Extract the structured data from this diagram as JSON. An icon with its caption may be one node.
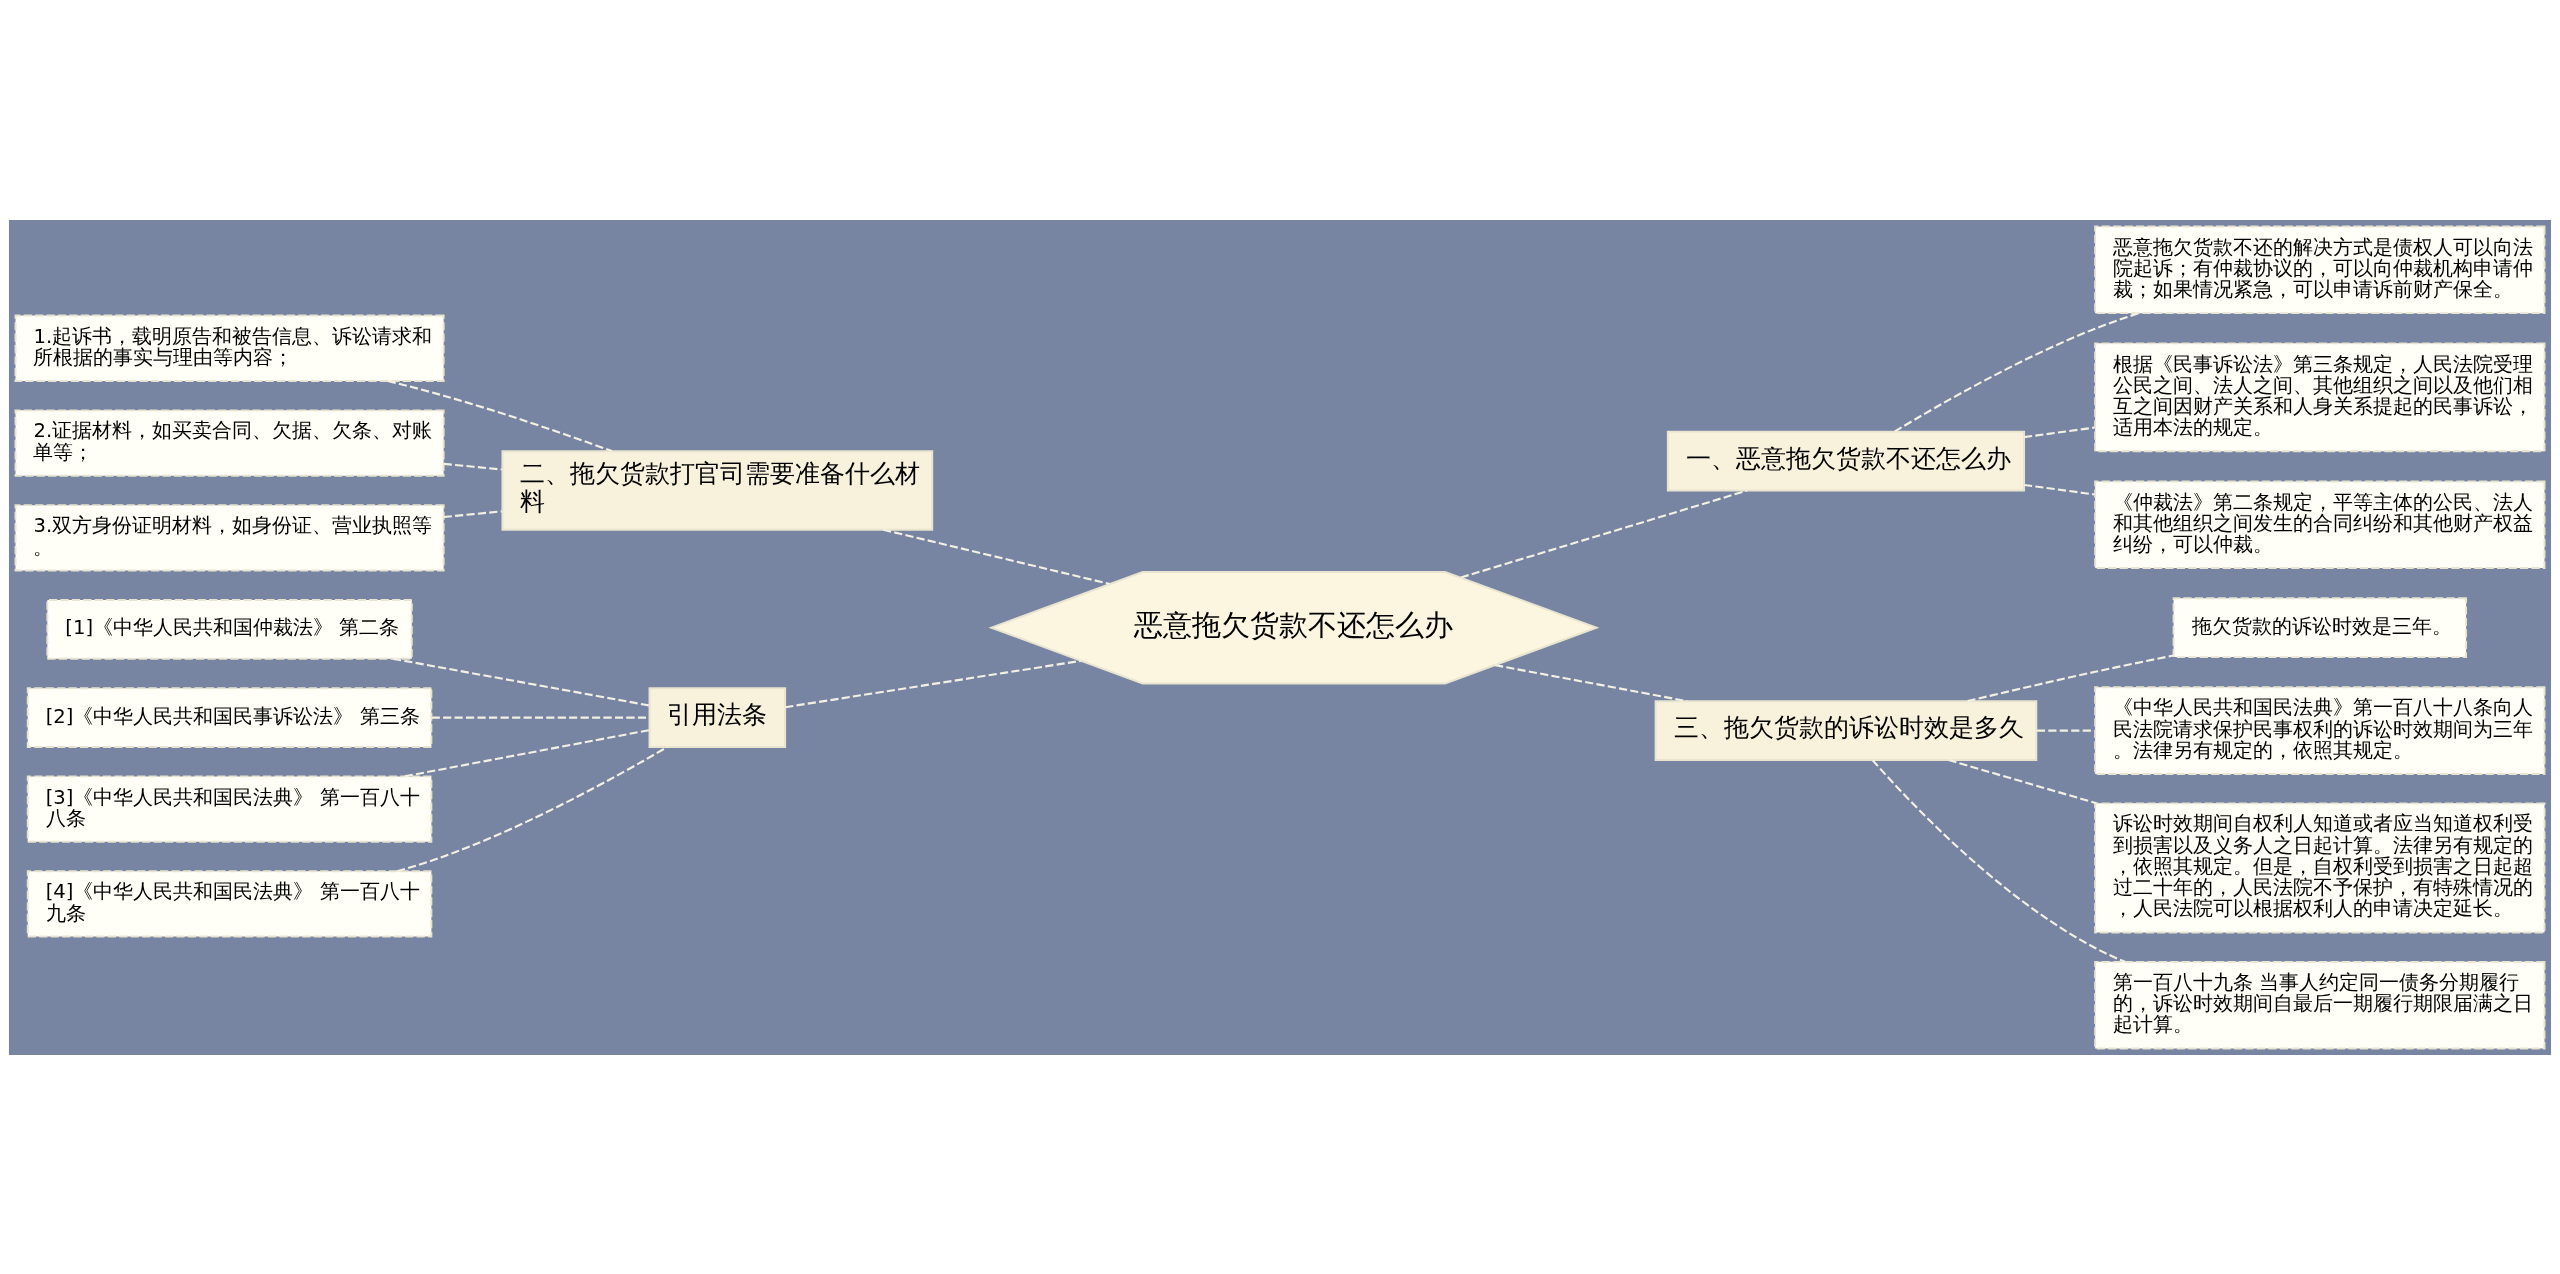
{
  "diagram": {
    "nodes": [
      {
        "text": [
          "恶意拖欠货款不还怎么办"
        ]
      },
      {
        "text": [
          "二、拖欠货款打官司需要准备什么材料"
        ]
      },
      {
        "text": [
          "1.起诉书，载明原告和被告信息、诉讼请求和所根据的事实与理由等内容；"
        ]
      },
      {
        "text": [
          "2.证据材料，如买卖合同、欠据、欠条、对账单等；"
        ]
      },
      {
        "text": [
          "3.双方身份证明材料，如身份证、营业执照等。"
        ]
      },
      {
        "text": [
          "引用法条"
        ]
      },
      {
        "text": [
          "[1]《中华人民共和国仲裁法》 第二条"
        ]
      },
      {
        "text": [
          "[2]《中华人民共和国民事诉讼法》 第三条"
        ]
      },
      {
        "text": [
          "[3]《中华人民共和国民法典》 第一百八十八条"
        ]
      },
      {
        "text": [
          "[4]《中华人民共和国民法典》 第一百八十九条"
        ]
      },
      {
        "text": [
          "一、恶意拖欠货款不还怎么办"
        ]
      },
      {
        "text": [
          "恶意拖欠货款不还的解决方式是债权人可以向法院起诉；有仲裁协议的，可以向仲裁机构申请仲裁；如果情况紧急，可以申请诉前财产保全。"
        ]
      },
      {
        "text": [
          "根据《民事诉讼法》第三条规定，人民法院受理公民之间、法人之间、其他组织之间以及他们相互之间因财产关系和人身关系提起的民事诉讼，适用本法的规定。"
        ]
      },
      {
        "text": [
          "《仲裁法》第二条规定，平等主体的公民、法人和其他组织之间发生的合同纠纷和其他财产权益纠纷，可以仲裁。"
        ]
      },
      {
        "text": [
          "三、拖欠货款的诉讼时效是多久"
        ]
      },
      {
        "text": [
          "拖欠货款的诉讼时效是三年。"
        ]
      },
      {
        "text": [
          "《中华人民共和国民法典》第一百八十八条向人民法院请求保护民事权利的诉讼时效期间为三年。法律另有规定的，依照其规定。"
        ]
      },
      {
        "text": [
          "诉讼时效期间自权利人知道或者应当知道权利受到损害以及义务人之日起计算。法律另有规定的，依照其规定。但是，自权利受到损害之日起超过二十年的，人民法院不予保护，有特殊情况的，人民法院可以根据权利人的申请决定延长。"
        ]
      },
      {
        "text": [
          "第一百八十九条 当事人约定同一债务分期履行的，诉讼时效期间自最后一期履行期限届满之日起计算。"
        ]
      }
    ],
    "edges": [
      {
        "from": 0,
        "to": 1,
        "arrow": "none"
      },
      {
        "from": 1,
        "to": 2,
        "arrow": "none"
      },
      {
        "from": 1,
        "to": 3,
        "arrow": "none"
      },
      {
        "from": 1,
        "to": 4,
        "arrow": "none"
      },
      {
        "from": 0,
        "to": 5,
        "arrow": "none"
      },
      {
        "from": 5,
        "to": 6,
        "arrow": "none"
      },
      {
        "from": 5,
        "to": 7,
        "arrow": "none"
      },
      {
        "from": 5,
        "to": 8,
        "arrow": "none"
      },
      {
        "from": 5,
        "to": 9,
        "arrow": "none"
      },
      {
        "from": 0,
        "to": 10,
        "arrow": "none"
      },
      {
        "from": 10,
        "to": 11,
        "arrow": "none"
      },
      {
        "from": 10,
        "to": 12,
        "arrow": "none"
      },
      {
        "from": 10,
        "to": 13,
        "arrow": "none"
      },
      {
        "from": 0,
        "to": 14,
        "arrow": "none"
      },
      {
        "from": 14,
        "to": 15,
        "arrow": "none"
      },
      {
        "from": 14,
        "to": 16,
        "arrow": "none"
      },
      {
        "from": 14,
        "to": 17,
        "arrow": "none"
      },
      {
        "from": 14,
        "to": 18,
        "arrow": "none"
      }
    ]
  }
}
